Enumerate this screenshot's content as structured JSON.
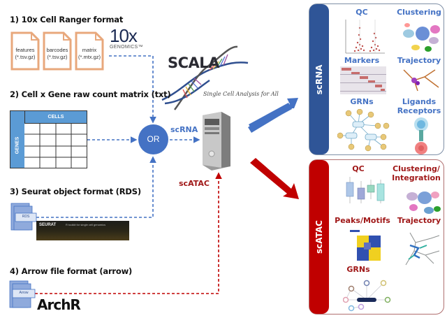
{
  "inputs": {
    "cellranger": {
      "heading": "1) 10x Cell Ranger format",
      "files": [
        {
          "name": "features",
          "ext": "(*.tsv.gz)"
        },
        {
          "name": "barcodes",
          "ext": "(*.tsv.gz)"
        },
        {
          "name": "matrix",
          "ext": "(*.mtx.gz)"
        }
      ],
      "logo_main": "10x",
      "logo_sub": "GENOMICS™"
    },
    "count_matrix": {
      "heading": "2) Cell x Gene raw count matrix (txt)",
      "cols_label": "CELLS",
      "rows_label": "GENES"
    },
    "seurat": {
      "heading": "3) Seurat object format (RDS)",
      "file_label": "RDS",
      "banner_title": "SEURAT",
      "banner_sub": "R toolkit for single cell genomics"
    },
    "arrow": {
      "heading": "4) Arrow file format (arrow)",
      "file_label": "Arrow",
      "logo": "ArchR"
    }
  },
  "center": {
    "or_label": "OR",
    "scrna_label": "scRNA",
    "scatac_label": "scATAC",
    "app_title": "SCALA",
    "app_subtitle": "Single Cell Analysis for All"
  },
  "colors": {
    "blue": "#4472c4",
    "dark_blue": "#2f5597",
    "red": "#c00000",
    "dark_red": "#a01818",
    "file_orange": "#e8a87c",
    "file_blue": "#8faadc"
  },
  "panels": {
    "scrna": {
      "tab_label": "scRNA",
      "items": [
        "QC",
        "Clustering",
        "Markers",
        "Trajectory",
        "GRNs",
        "Ligands\nReceptors"
      ]
    },
    "scatac": {
      "tab_label": "scATAC",
      "items": [
        "QC",
        "Clustering/\nIntegration",
        "Peaks/Motifs",
        "Trajectory",
        "GRNs"
      ]
    }
  }
}
